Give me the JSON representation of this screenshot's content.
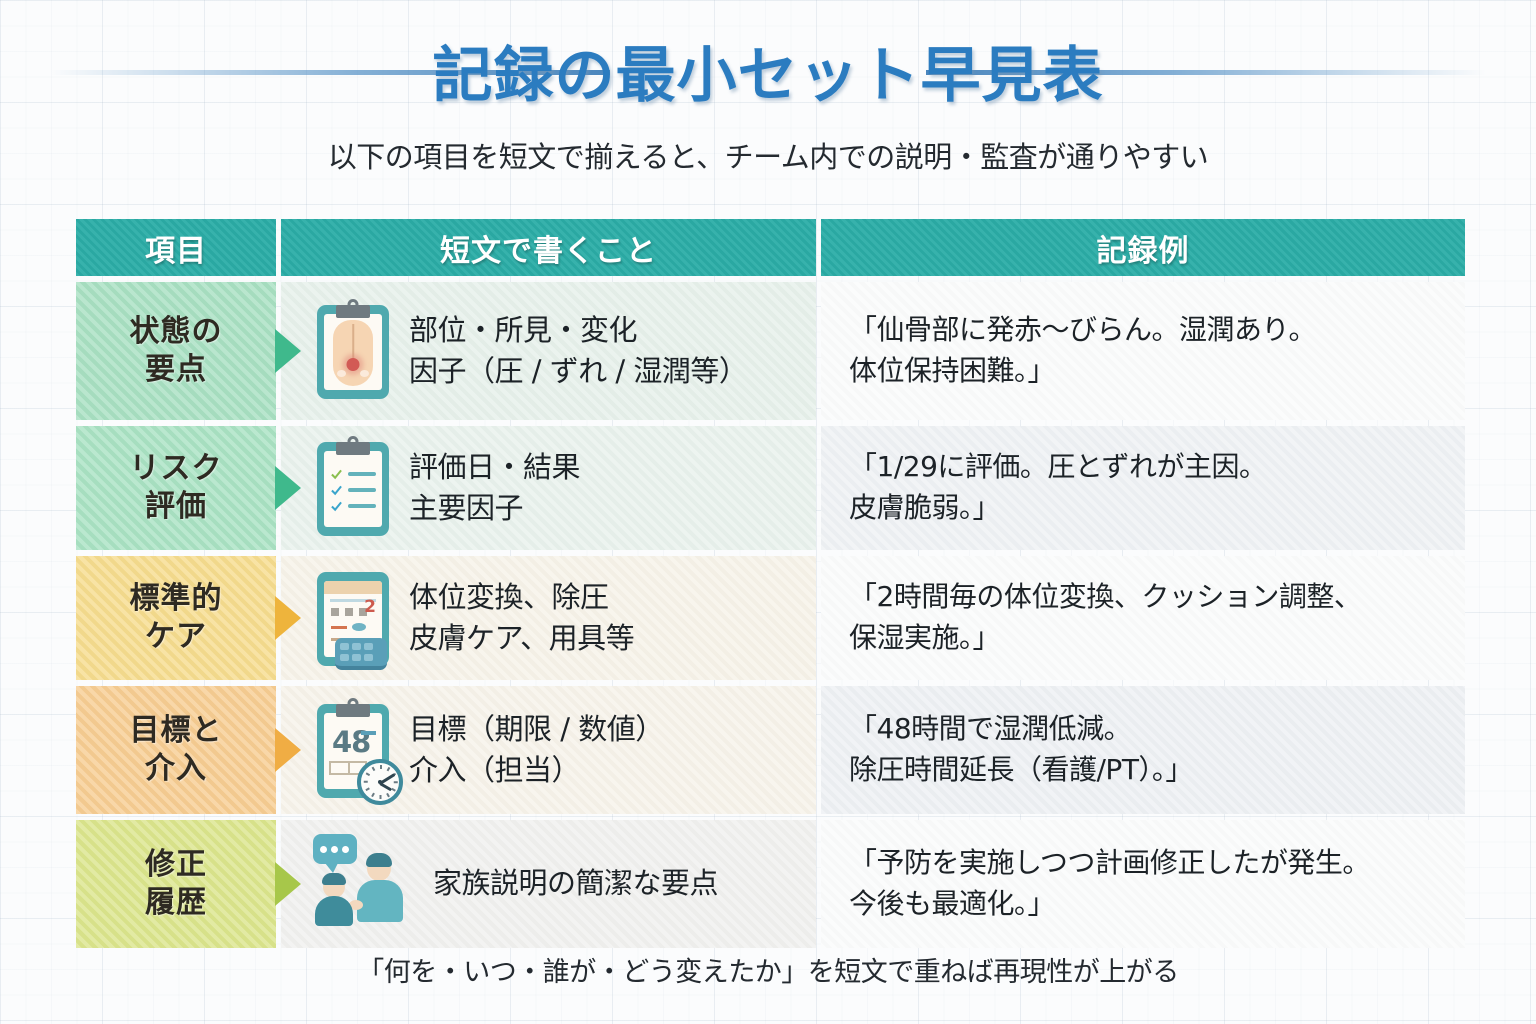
{
  "header": {
    "title": "記録の最小セット早見表",
    "subtitle": "以下の項目を短文で揃えると、チーム内での説明・監査が通りやすい"
  },
  "table": {
    "columns": [
      "項目",
      "短文で書くこと",
      "記録例"
    ],
    "rows": [
      {
        "label_line1": "状態の",
        "label_line2": "要点",
        "icon": "clipboard-body-illustration-icon",
        "write_line1": "部位・所見・変化",
        "write_line2": "因子（圧 / ずれ / 湿潤等）",
        "example_line1": "「仙骨部に発赤〜びらん。湿潤あり。",
        "example_line2": "体位保持困難。」",
        "label_color": "#a8e0c2",
        "arrow_color": "#3fb98c",
        "mid_color": "#e6f0ea",
        "ex_color": "#fafbfb"
      },
      {
        "label_line1": "リスク",
        "label_line2": "評価",
        "icon": "clipboard-checklist-icon",
        "write_line1": "評価日・結果",
        "write_line2": "主要因子",
        "example_line1": "「1/29に評価。圧とずれが主因。",
        "example_line2": "皮膚脆弱。」",
        "label_color": "#a9e2c3",
        "arrow_color": "#3fb98c",
        "mid_color": "#e8f1ec",
        "ex_color": "#eef1f4"
      },
      {
        "label_line1": "標準的",
        "label_line2": "ケア",
        "icon": "calendar-device-icon",
        "write_line1": "体位変換、除圧",
        "write_line2": "皮膚ケア、用具等",
        "example_line1": "「2時間毎の体位変換、クッション調整、",
        "example_line2": "保湿実施。」",
        "label_color": "#f6dc8e",
        "arrow_color": "#eeb43c",
        "mid_color": "#f6f2e8",
        "ex_color": "#fafbfb"
      },
      {
        "label_line1": "目標と",
        "label_line2": "介入",
        "icon": "clipboard-48-clock-icon",
        "write_line1": "目標（期限 / 数値）",
        "write_line2": "介入（担当）",
        "example_line1": "「48時間で湿潤低減。",
        "example_line2": "除圧時間延長（看護/PT）。」",
        "label_color": "#f7cd92",
        "arrow_color": "#f0ad44",
        "mid_color": "#f6f2e9",
        "ex_color": "#edf0f3"
      },
      {
        "label_line1": "修正",
        "label_line2": "履歴",
        "icon": "two-people-conversation-icon",
        "write_line1": "家族説明の簡潔な要点",
        "write_line2": "",
        "example_line1": "「予防を実施しつつ計画修正したが発生。",
        "example_line2": "今後も最適化。」",
        "label_color": "#dbe58c",
        "arrow_color": "#a7c74a",
        "mid_color": "#f0f0ee",
        "ex_color": "#fafbfb"
      }
    ]
  },
  "footer": {
    "note": "「何を・いつ・誰が・どう変えたか」を短文で重ねば再現性が上がる"
  },
  "colors": {
    "title": "#2b7cc0",
    "header_band": "#2bada7"
  }
}
